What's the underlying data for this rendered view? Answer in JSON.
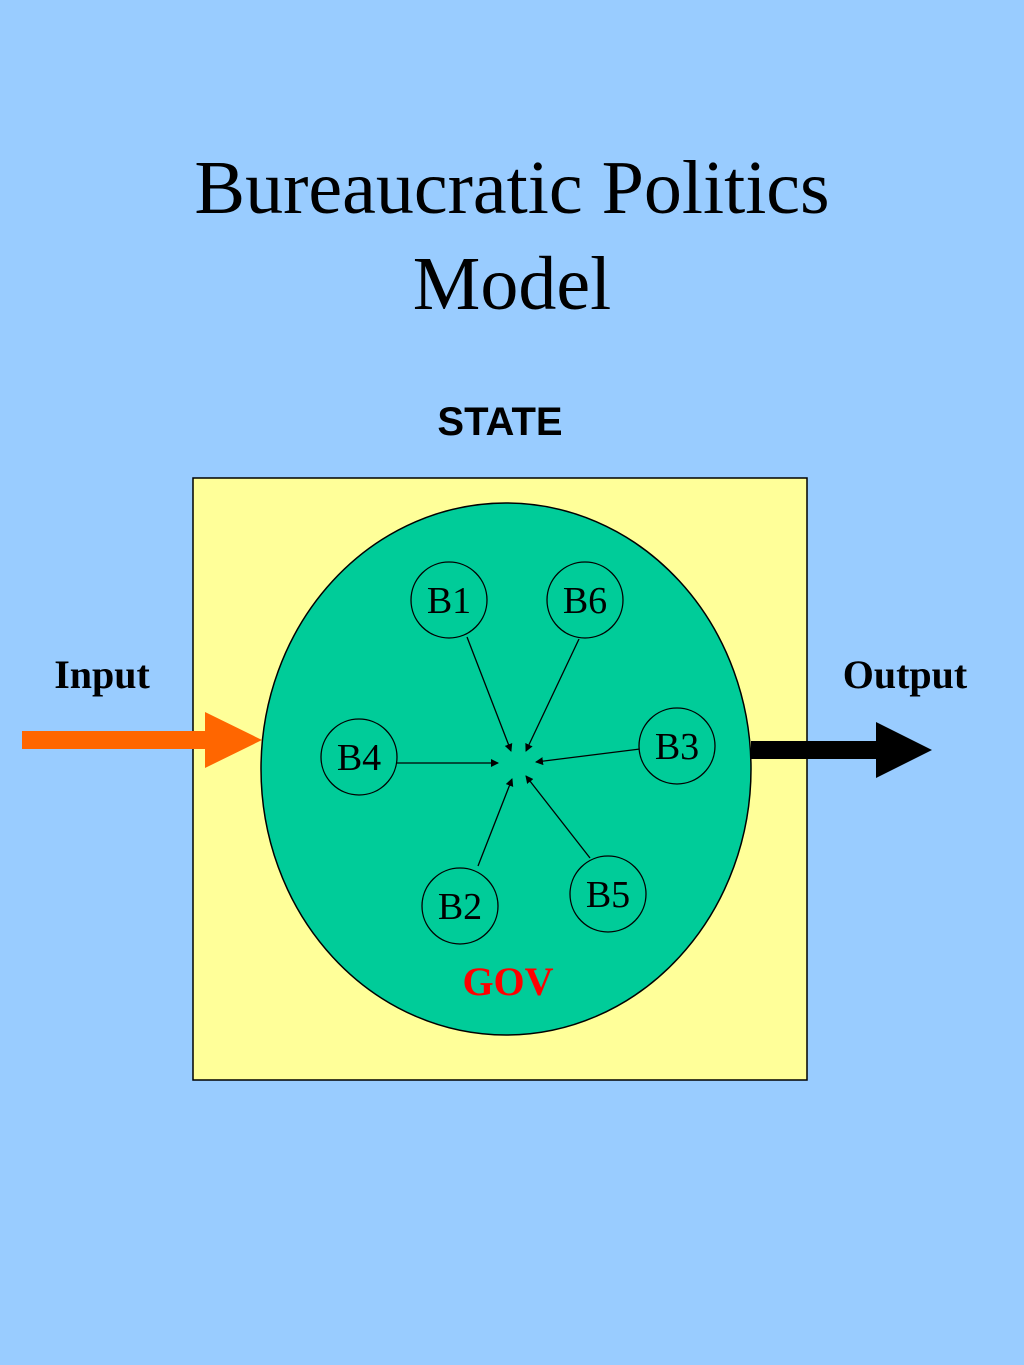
{
  "title": {
    "line1": "Bureaucratic Politics",
    "line2": "Model"
  },
  "diagram": {
    "container_label": "STATE",
    "core_label": "GOV",
    "input_label": "Input",
    "output_label": "Output",
    "nodes": [
      "B1",
      "B6",
      "B3",
      "B5",
      "B2",
      "B4"
    ],
    "colors": {
      "background": "#99ccff",
      "state_fill": "#ffff99",
      "gov_fill": "#00cc99",
      "gov_label": "#ff0000",
      "input_arrow": "#ff6600",
      "output_arrow": "#000000"
    }
  }
}
